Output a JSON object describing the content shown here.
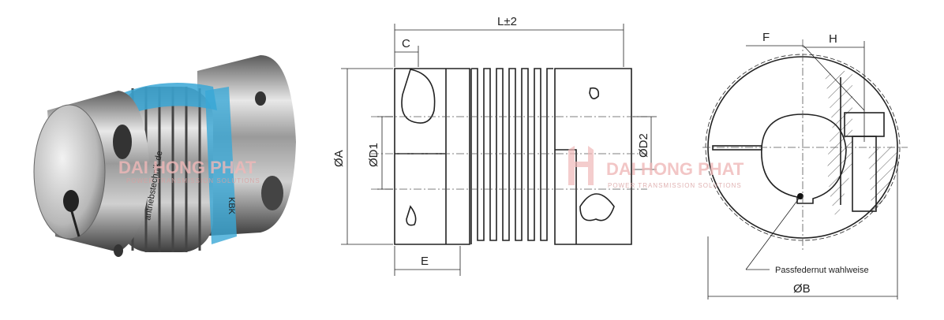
{
  "side_view": {
    "length_label": "L±2",
    "c_label": "C",
    "e_label": "E",
    "outer_diameter_label": "ØA",
    "bore1_label": "ØD1",
    "bore2_label": "ØD2"
  },
  "end_view": {
    "f_label": "F",
    "h_label": "H",
    "diameter_label": "ØB",
    "keyway_note": "Passfedernut wahlweise"
  },
  "photo": {
    "band_text_1": "antriebstechnik.de",
    "band_text_2": "KBK",
    "band_color": "#3aa7d6"
  },
  "watermark": {
    "brand": "DAI HONG PHAT",
    "tagline": "POWER TRANSMISSION SOLUTIONS",
    "color": "#e89a9a"
  }
}
